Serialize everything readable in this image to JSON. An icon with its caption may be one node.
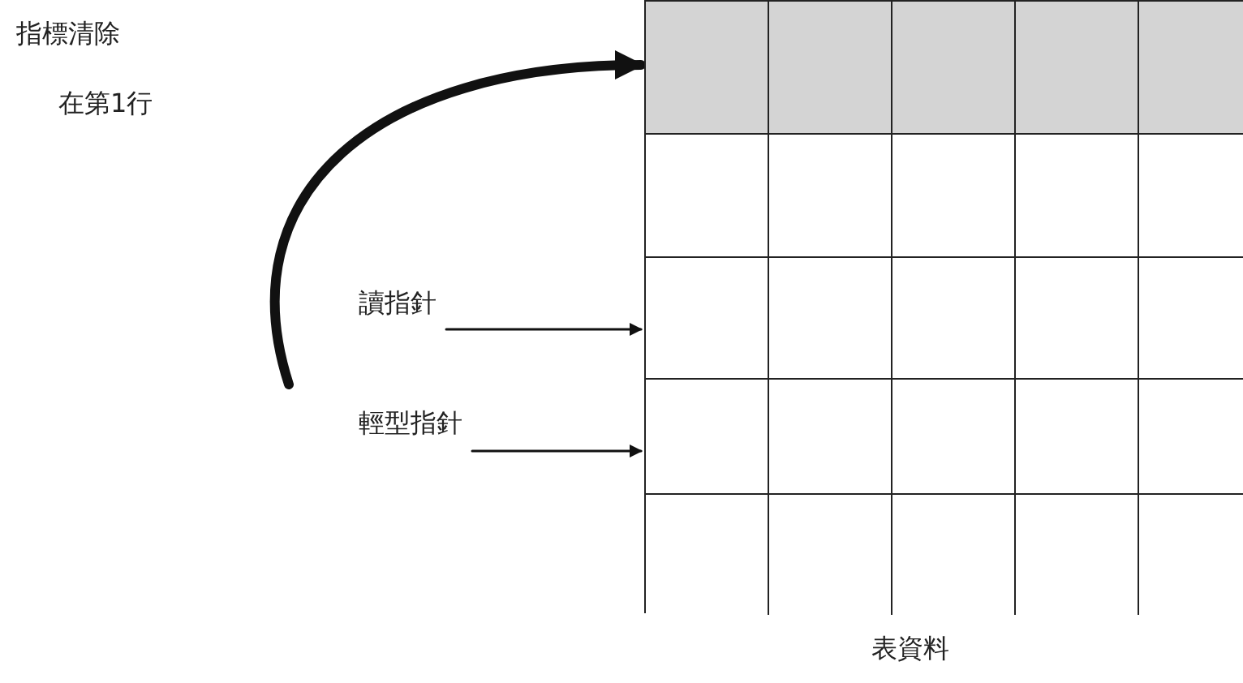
{
  "diagram": {
    "nodes": [
      {
        "text": [
          "表資料"
        ]
      },
      {
        "text": [],
        "shape": "box",
        "in": 0
      },
      {
        "text": [],
        "shape": "box",
        "in": 0
      },
      {
        "text": [],
        "shape": "box",
        "in": 0
      },
      {
        "text": [],
        "shape": "box",
        "in": 0
      },
      {
        "text": [],
        "shape": "box",
        "in": 0
      },
      {
        "text": [
          "讀指針"
        ]
      },
      {
        "text": [
          "輕型指針"
        ]
      }
    ],
    "edges": [
      {
        "from": null,
        "to": 1,
        "arrow": "to",
        "style": "thick"
      },
      {
        "from": 6,
        "to": 3,
        "arrow": "to"
      },
      {
        "from": 7,
        "to": 4,
        "arrow": "to"
      }
    ],
    "labels": [
      "指標清除",
      "在第1行"
    ]
  }
}
